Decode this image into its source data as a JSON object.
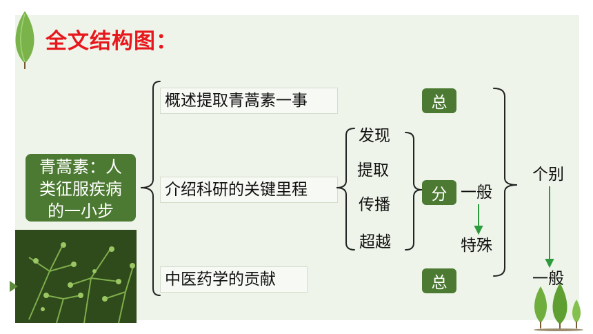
{
  "title": "全文结构图：",
  "center_box": {
    "lines": [
      "青蒿素：人",
      "类征服疾病",
      "的一小步"
    ]
  },
  "branches": [
    "概述提取青蒿素一事",
    "介绍科研的关键里程",
    "中医药学的贡献"
  ],
  "milestones": [
    "发现",
    "提取",
    "传播",
    "超越"
  ],
  "tags": {
    "top": "总",
    "middle": "分",
    "bottom": "总"
  },
  "general_special": {
    "general": "一般",
    "special": "特殊"
  },
  "right_column": {
    "individual": "个别",
    "general": "一般"
  },
  "colors": {
    "accent_red": "#e8171d",
    "tag_green": "#4c7a32",
    "panel_bg": "#eef4e9",
    "arrow_green": "#2e9a3e"
  },
  "icons": [
    "leaf-icon",
    "tree-decoration-icon",
    "plant-photo"
  ]
}
